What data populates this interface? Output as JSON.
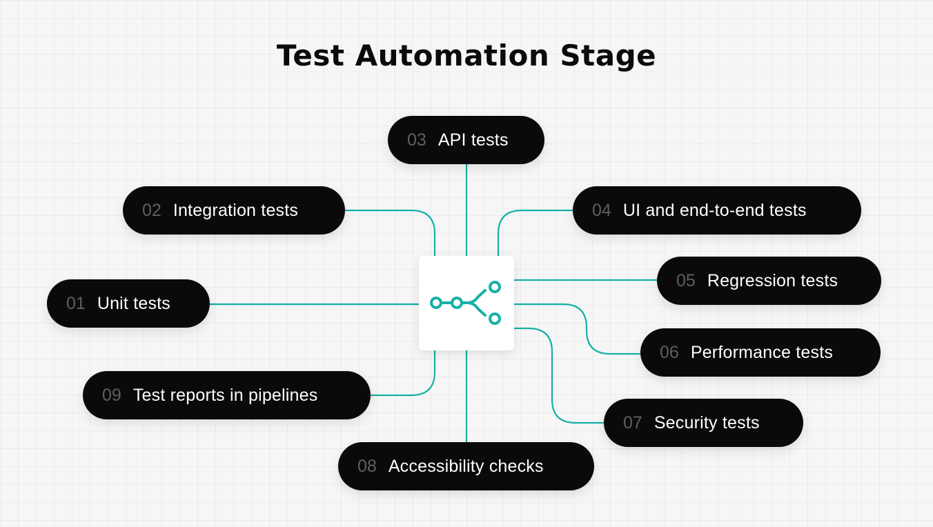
{
  "title": "Test Automation Stage",
  "accent_color": "#16b0a6",
  "pill_color": "#0a0a0a",
  "hub_icon": "branch-icon",
  "stages": [
    {
      "number": "01",
      "label": "Unit tests"
    },
    {
      "number": "02",
      "label": "Integration tests"
    },
    {
      "number": "03",
      "label": "API tests"
    },
    {
      "number": "04",
      "label": "UI and end-to-end tests"
    },
    {
      "number": "05",
      "label": "Regression tests"
    },
    {
      "number": "06",
      "label": "Performance tests"
    },
    {
      "number": "07",
      "label": "Security tests"
    },
    {
      "number": "08",
      "label": "Accessibility checks"
    },
    {
      "number": "09",
      "label": "Test reports in pipelines"
    }
  ]
}
